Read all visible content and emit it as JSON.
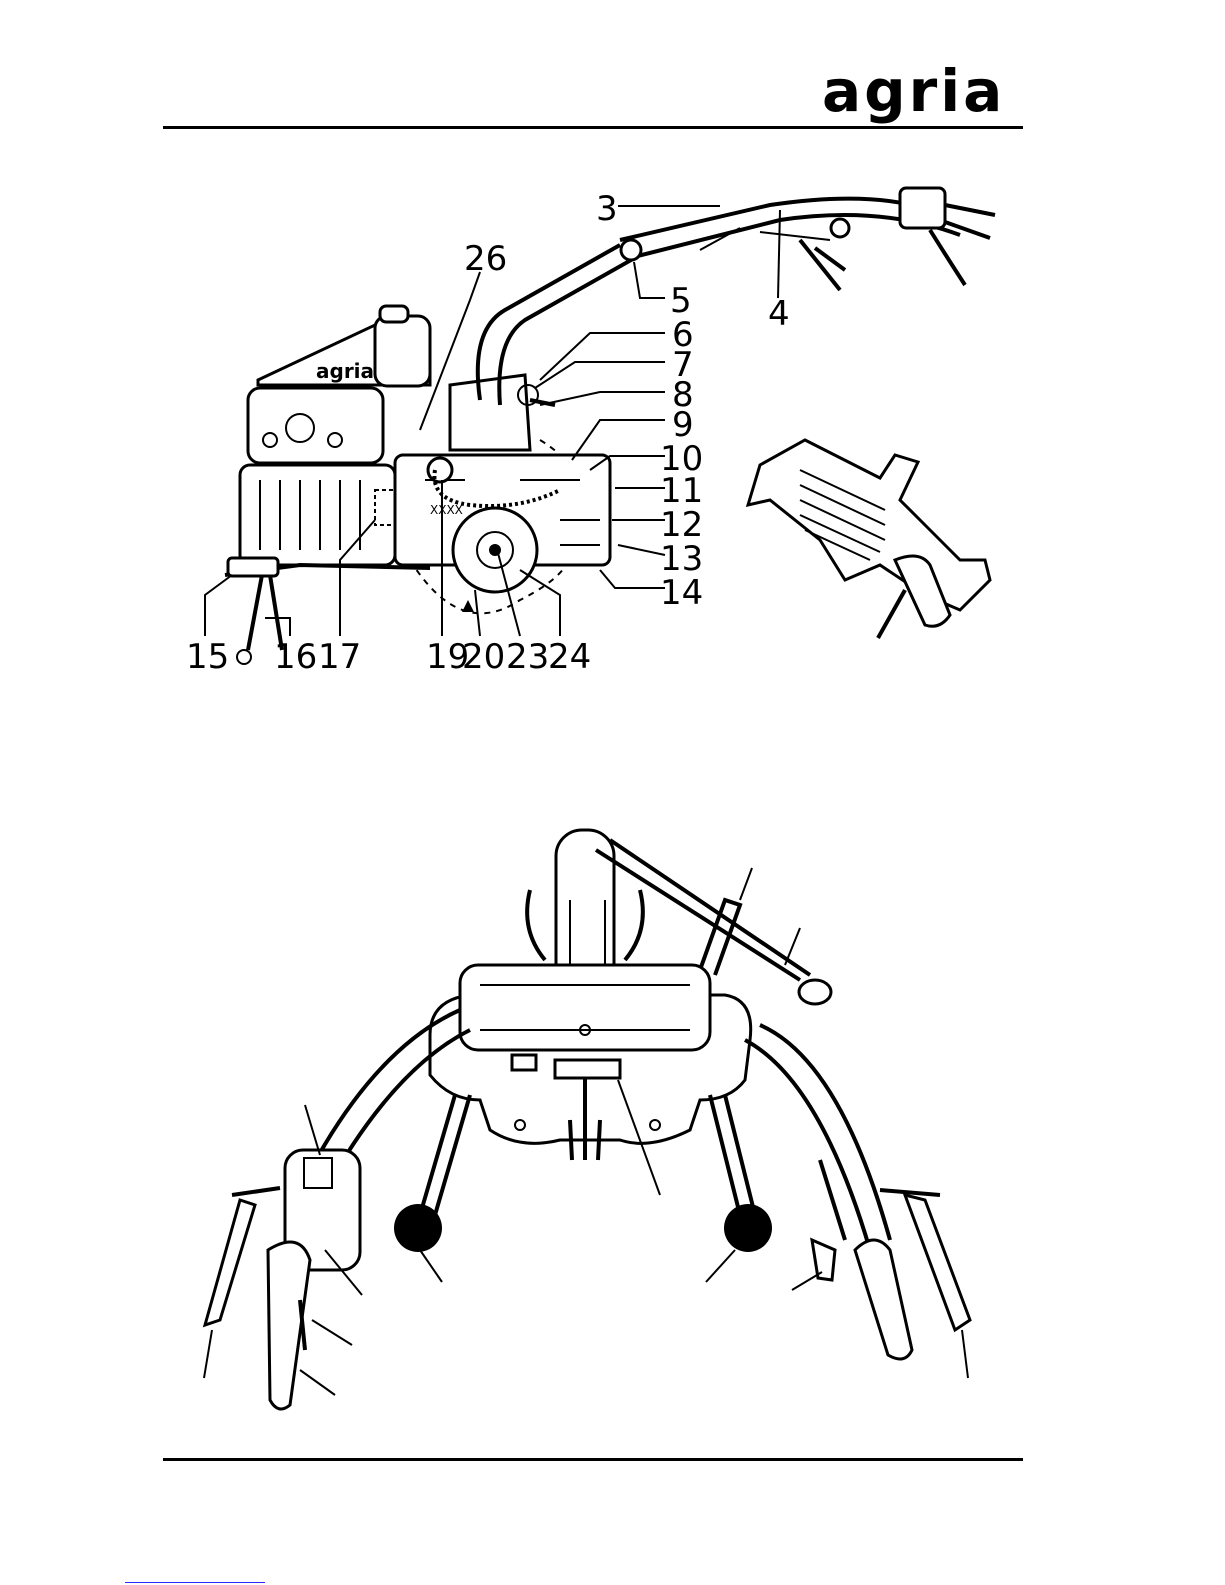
{
  "header": {
    "logo_text": "agria"
  },
  "figure_top": {
    "brand_on_tank": "agria",
    "engine_mark": "XXXX",
    "callouts": [
      "3",
      "4",
      "5",
      "6",
      "7",
      "8",
      "9",
      "10",
      "11",
      "12",
      "13",
      "14",
      "15",
      "16",
      "17",
      "19",
      "20",
      "23",
      "24",
      "26"
    ]
  },
  "colors": {
    "ink": "#000000",
    "paper": "#ffffff",
    "link_underline": "#2a2aff"
  }
}
